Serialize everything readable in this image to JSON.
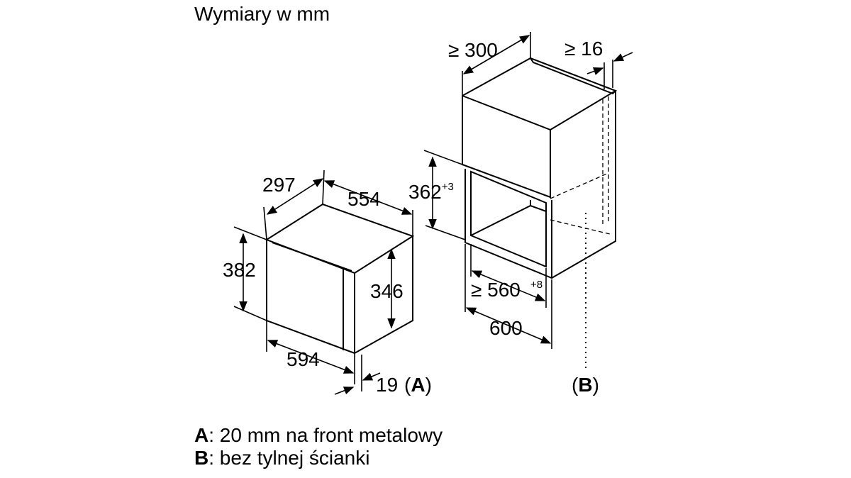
{
  "title": "Wymiary w mm",
  "appliance": {
    "depth": "297",
    "width_top": "554",
    "height_total": "382",
    "height_door": "346",
    "width_front": "594",
    "front_thickness": "19",
    "label": "(A)"
  },
  "cabinet": {
    "depth_min": "≥ 300",
    "gap_min": "≥ 16",
    "niche_height": "362",
    "niche_height_tol": "+3",
    "niche_width": "≥ 560",
    "niche_width_tol": "+8",
    "cabinet_width": "600",
    "label": "(B)"
  },
  "legend": {
    "a_key": "A",
    "a_text": ": 20 mm na front metalowy",
    "b_key": "B",
    "b_text": ": bez tylnej ścianki"
  }
}
